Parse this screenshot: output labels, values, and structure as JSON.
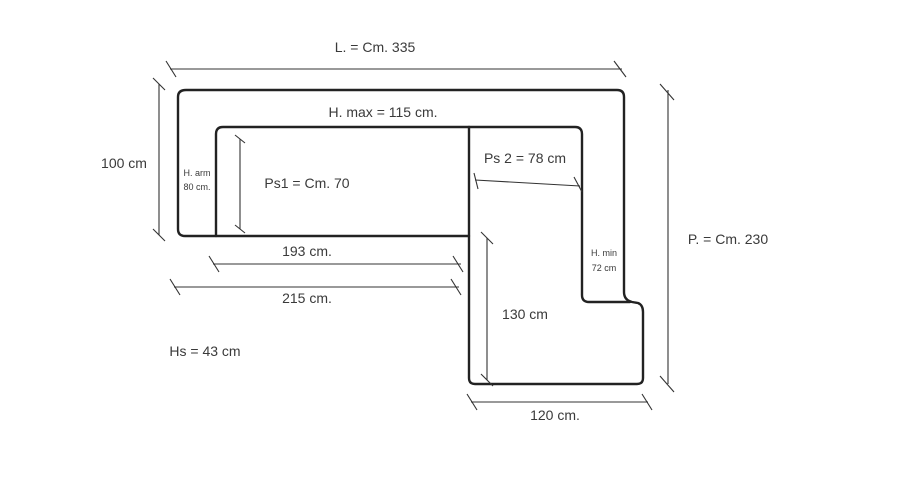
{
  "labels": {
    "length": "L. = Cm. 335",
    "depth": "P. = Cm. 230",
    "back_height": "100 cm",
    "max_height": "H. max = 115 cm.",
    "arm_height_title": "H. arm",
    "arm_height_value": "80 cm.",
    "seat_depth_1": "Ps1 = Cm. 70",
    "seat_depth_2": "Ps 2 = 78 cm",
    "min_height_title": "H. min",
    "min_height_value": "72 cm",
    "seat_length": "193 cm.",
    "section_length": "215 cm.",
    "chaise_length": "130 cm",
    "chaise_width": "120 cm.",
    "seat_height": "Hs = 43 cm"
  }
}
